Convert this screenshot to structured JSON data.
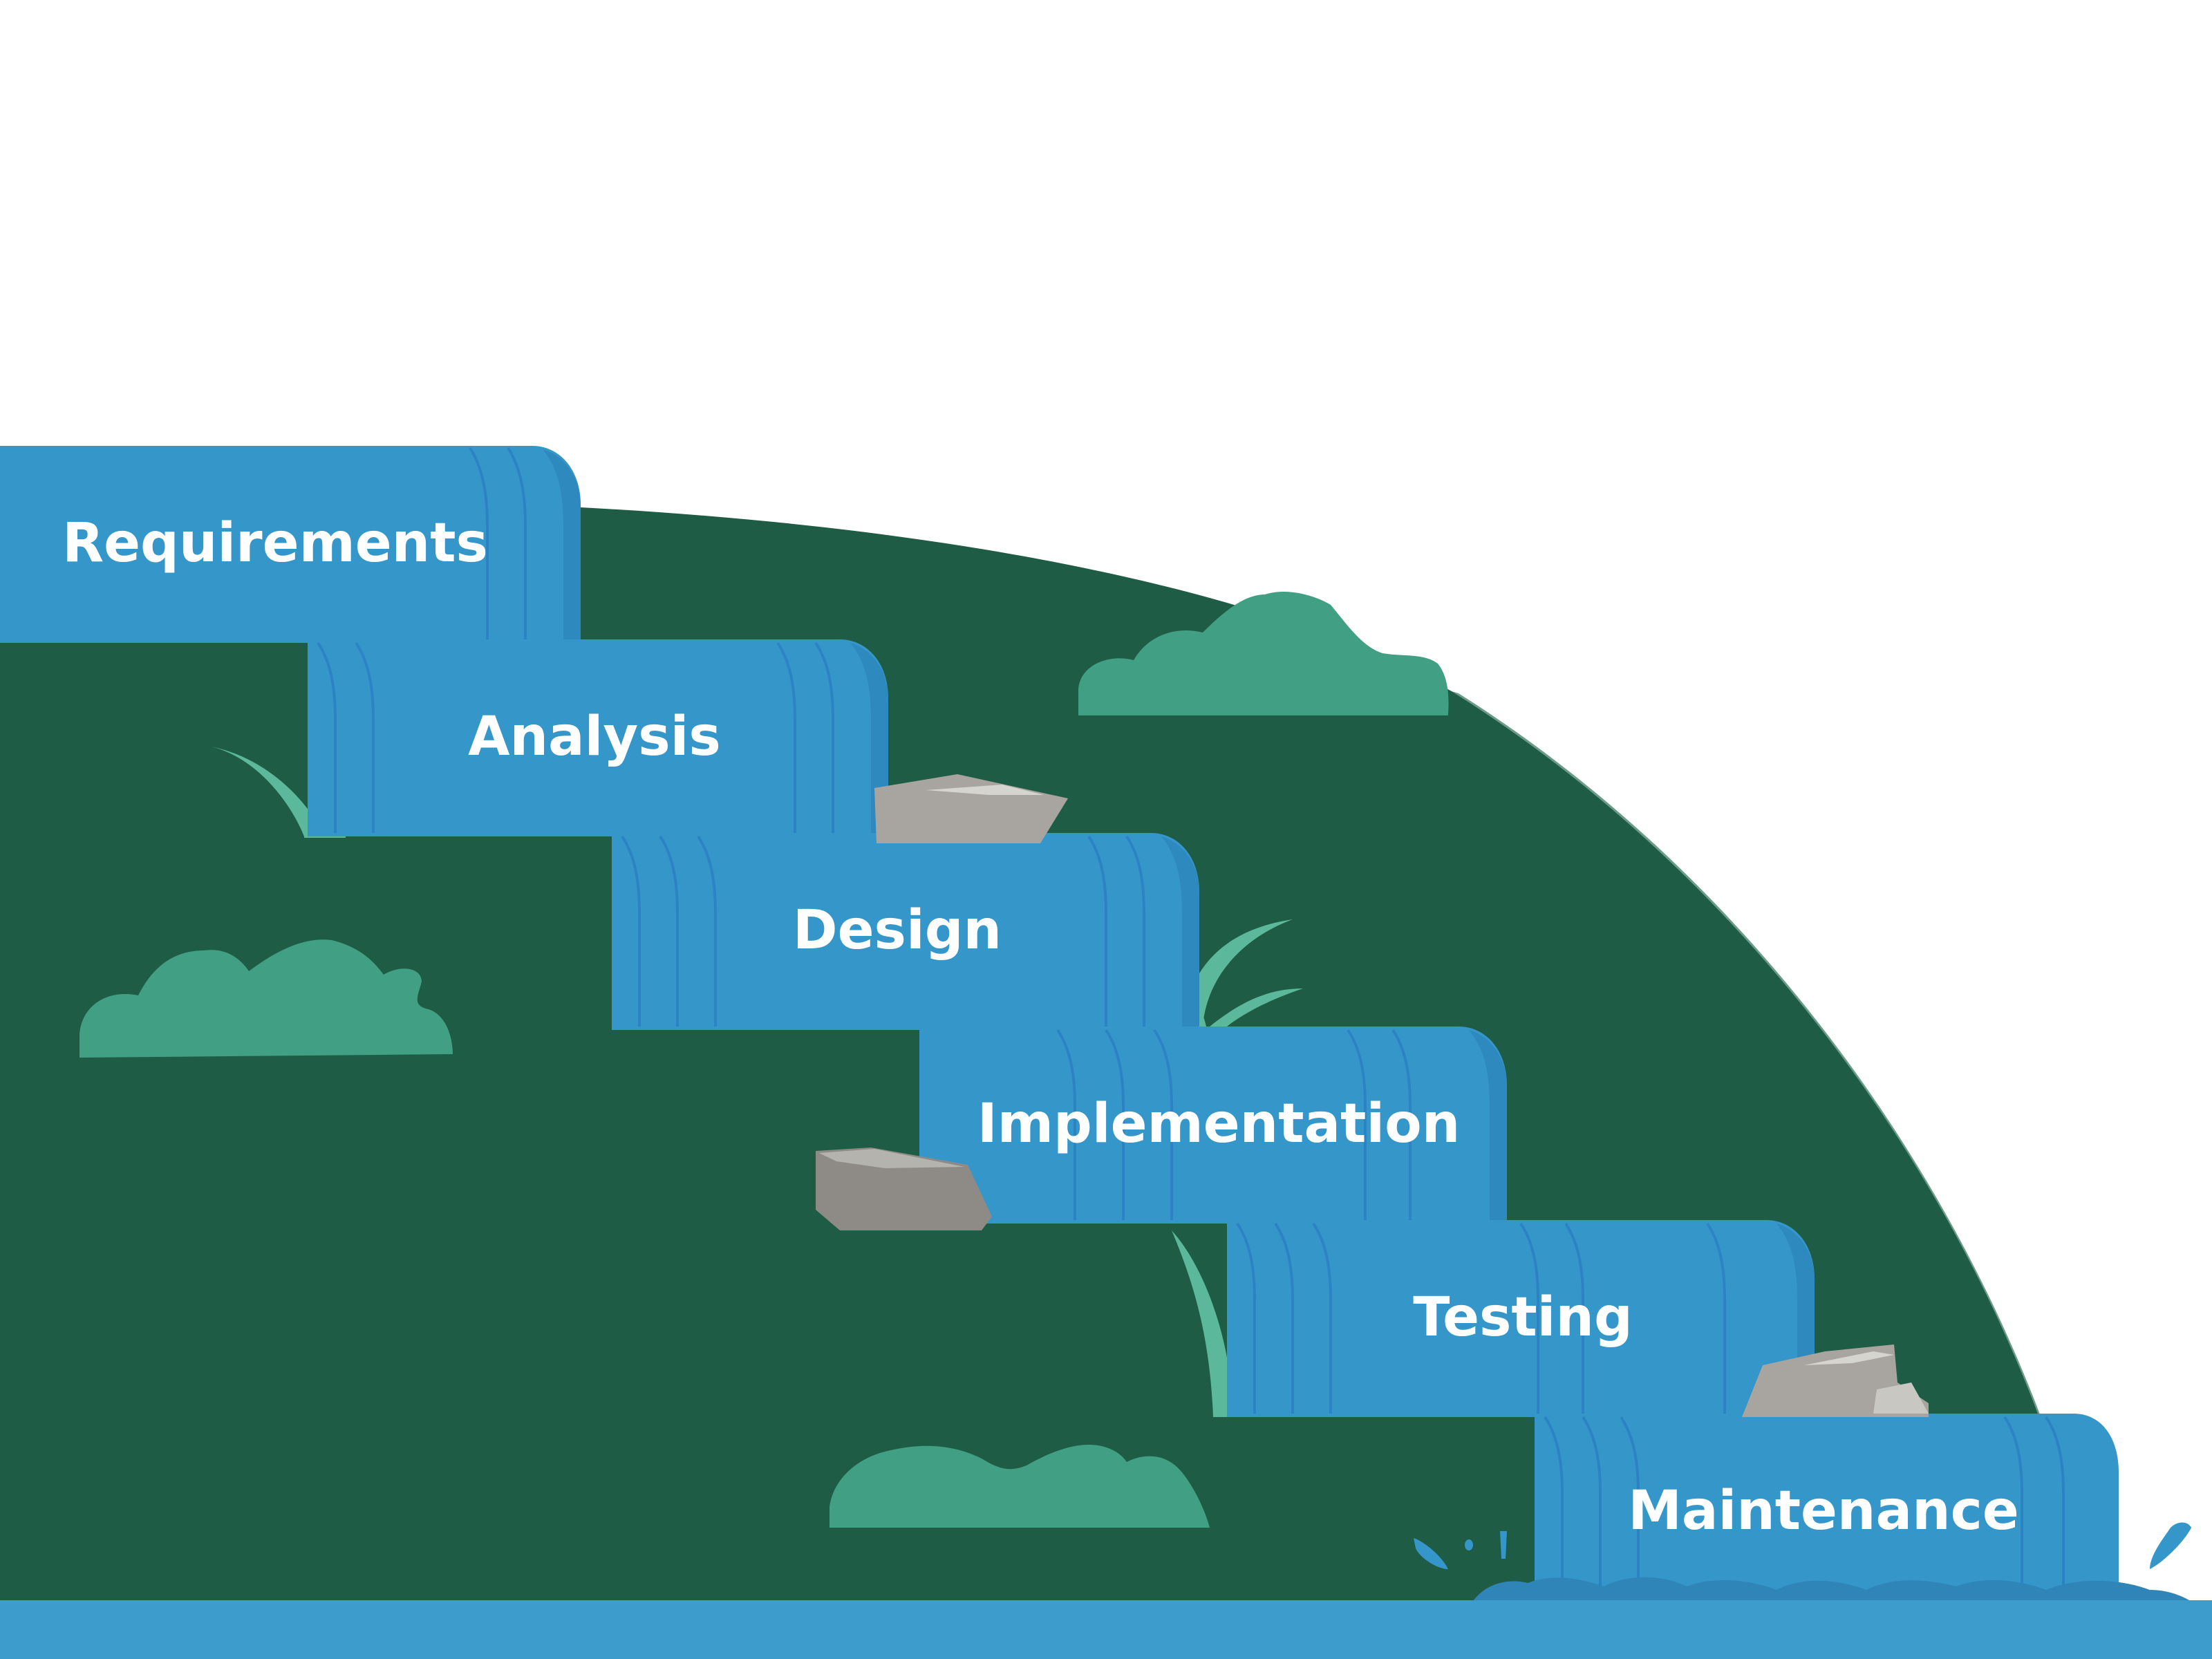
{
  "diagram": {
    "steps": [
      {
        "label": "Requirements"
      },
      {
        "label": "Analysis"
      },
      {
        "label": "Design"
      },
      {
        "label": "Implementation"
      },
      {
        "label": "Testing"
      },
      {
        "label": "Maintenance"
      }
    ],
    "colors": {
      "background": "#ffffff",
      "hill": "#1f5c45",
      "bush": "#41a083",
      "water": "#3596c9",
      "water_dark": "#2a80b8",
      "water_line": "#2b7fc4",
      "rock": "#a8a5a0",
      "rock_light": "#c9c7c2",
      "pool": "#3d9ccc"
    }
  }
}
